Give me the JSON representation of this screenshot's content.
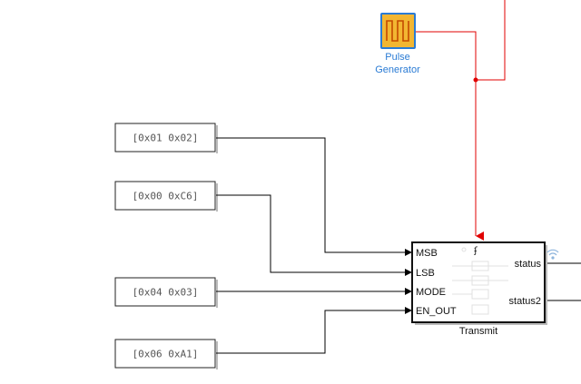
{
  "pulse_generator": {
    "label_line1": "Pulse",
    "label_line2": "Generator",
    "icon": "pulse-wave-icon"
  },
  "constants": [
    {
      "value": "[0x01 0x02]"
    },
    {
      "value": "[0x00 0xC6]"
    },
    {
      "value": "[0x04 0x03]"
    },
    {
      "value": "[0x06 0xA1]"
    }
  ],
  "transmit_block": {
    "name": "Transmit",
    "inputs": [
      "MSB",
      "LSB",
      "MODE",
      "EN_OUT"
    ],
    "outputs": [
      "status",
      "status2"
    ],
    "trigger_icon": "trigger-edge-icon",
    "wireless_icon": "wireless-icon"
  },
  "colors": {
    "signal_line": "#000000",
    "trigger_line": "#e00000",
    "pulse_fill": "#f2b632",
    "pulse_border": "#2a7bd4",
    "label_blue": "#2a7bd4"
  }
}
